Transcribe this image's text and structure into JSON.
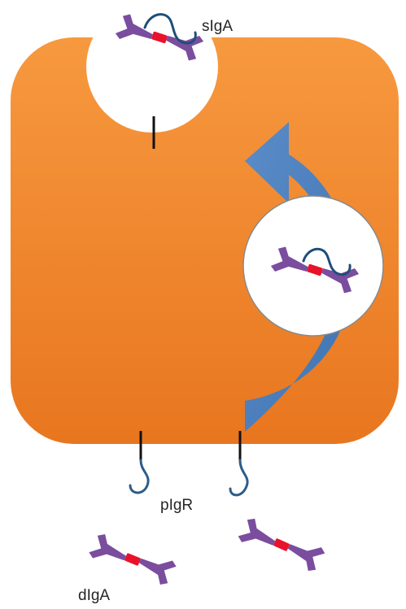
{
  "labels": {
    "sIgA": "sIgA",
    "pIgR": "pIgR",
    "dIgA": "dIgA"
  },
  "colors": {
    "cell_light": "#f5913a",
    "cell_dark": "#e9771f",
    "arrow": "#4f81bd",
    "arrow_edge": "#3f6fa6",
    "antibody": "#7a4d9e",
    "antibody_light": "#8d5fb0",
    "j_chain": "#e8132a",
    "secretory_component": "#1f4e79",
    "receptor_stalk": "#111111",
    "vesicle_outline": "#7f7f7f",
    "background": "#ffffff"
  },
  "icons": {
    "antibody": "y-shaped-antibody-dimer-icon",
    "receptor": "membrane-receptor-icon"
  }
}
